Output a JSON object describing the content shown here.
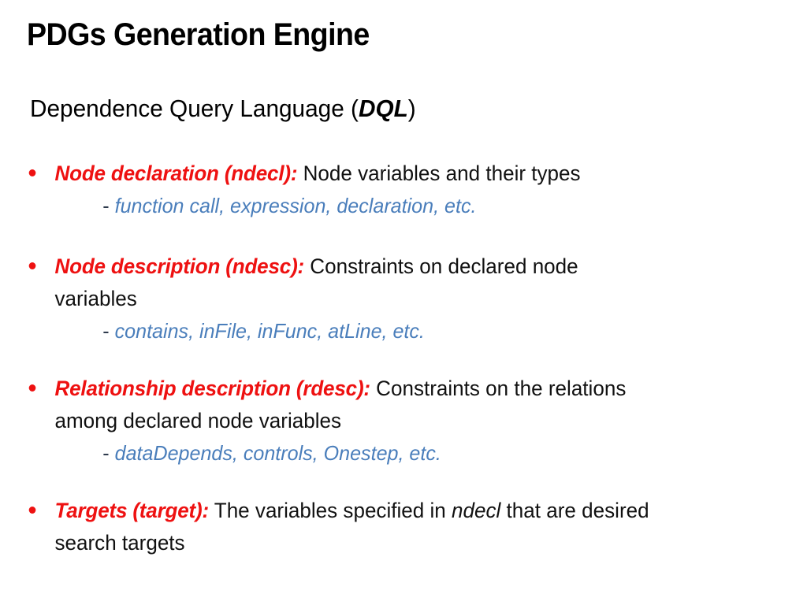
{
  "slide": {
    "title": "PDGs Generation Engine",
    "subtitle_prefix": "Dependence Query Language (",
    "subtitle_abbr": "DQL",
    "subtitle_suffix": ")",
    "background_color": "#FFFFFF",
    "accent_red": "#EE1111",
    "accent_blue": "#4A7EBB",
    "text_color": "#111111",
    "bullet_marker_glyph": "round-bullet",
    "subitem_dash": "-"
  },
  "bullets": [
    {
      "lead": "Node declaration (ndecl):",
      "rest": " Node variables and their types",
      "continuation": "",
      "subitem": "function call, expression, declaration, etc."
    },
    {
      "lead": "Node description (ndesc):",
      "rest": " Constraints on declared node",
      "continuation": "variables",
      "subitem": "contains, inFile, inFunc, atLine, etc."
    },
    {
      "lead": "Relationship description (rdesc):",
      "rest": " Constraints on the relations",
      "continuation": "among declared node variables",
      "subitem": "dataDepends, controls, Onestep, etc."
    },
    {
      "lead": "Targets (target):",
      "rest_a": " The variables specified in ",
      "rest_em": "ndecl",
      "rest_b": " that are desired",
      "continuation": "search targets",
      "subitem": ""
    }
  ]
}
